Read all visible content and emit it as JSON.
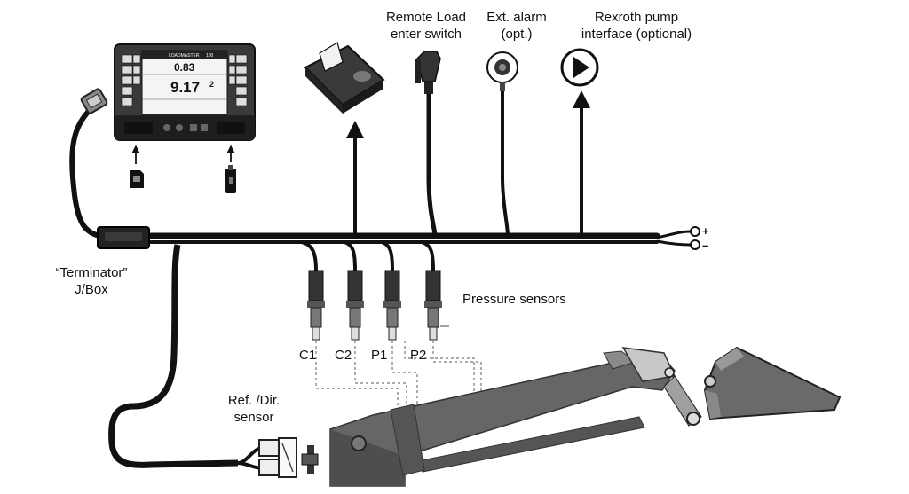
{
  "labels": {
    "remote_load": [
      "Remote Load",
      "enter switch"
    ],
    "ext_alarm": [
      "Ext. alarm",
      "(opt.)"
    ],
    "rexroth": [
      "Rexroth pump",
      "interface (optional)"
    ],
    "terminator": [
      "“Terminator”",
      "J/Box"
    ],
    "pressure_sensors": "Pressure sensors",
    "ref_dir": [
      "Ref. /Dir.",
      "sensor"
    ],
    "sensor_c1": "C1",
    "sensor_c2": "C2",
    "sensor_p1": "P1",
    "sensor_p2": "P2",
    "power_plus": "+",
    "power_minus": "–"
  },
  "display": {
    "brand": "LOADMASTER",
    "model": "100",
    "reading_top": "0.83",
    "reading_main": "9.17",
    "reading_side": "2"
  },
  "colors": {
    "cable": "#111111",
    "device": "#3a3a3a",
    "loader": "#5a5a5a",
    "arrow": "#111111"
  }
}
